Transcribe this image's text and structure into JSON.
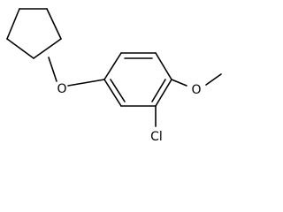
{
  "molecule": {
    "atoms": [
      {
        "id": "o_ether",
        "label": "O"
      },
      {
        "id": "o_methoxy",
        "label": "O"
      },
      {
        "id": "cl",
        "label": "Cl"
      }
    ],
    "colors": {
      "bond": "#000000",
      "label": "#000000",
      "background": "#ffffff"
    }
  }
}
